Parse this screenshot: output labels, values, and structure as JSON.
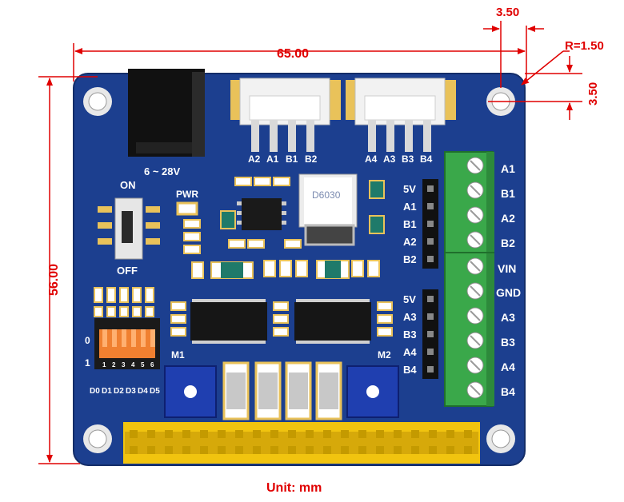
{
  "dimensions": {
    "width": "65.00",
    "height": "56.00",
    "hole_offset_x": "3.50",
    "hole_offset_y": "3.50",
    "radius": "R=1.50",
    "unit_note": "Unit: mm"
  },
  "board": {
    "power_input": "6 ~ 28V",
    "switch_on": "ON",
    "switch_off": "OFF",
    "pwr_led": "PWR",
    "inductor_marking": "D6030",
    "connector1_pins": [
      "A2",
      "A1",
      "B1",
      "B2"
    ],
    "connector2_pins": [
      "A4",
      "A3",
      "B3",
      "B4"
    ],
    "header1_pins": [
      "5V",
      "A1",
      "B1",
      "A2",
      "B2"
    ],
    "header2_pins": [
      "5V",
      "A3",
      "B3",
      "A4",
      "B4"
    ],
    "terminal_labels": [
      "A1",
      "B1",
      "A2",
      "B2",
      "VIN",
      "GND",
      "A3",
      "B3",
      "A4",
      "B4"
    ],
    "motor1": "M1",
    "motor2": "M2",
    "dip_zero": "0",
    "dip_one": "1",
    "dip_numbers": [
      "1",
      "2",
      "3",
      "4",
      "5",
      "6"
    ],
    "dip_labels": [
      "D0",
      "D1",
      "D2",
      "D3",
      "D4",
      "D5"
    ]
  },
  "colors": {
    "pcb": "#1c3f8f",
    "terminal": "#3aa84a",
    "pin_gold": "#f1c40f",
    "dimension": "#e00000"
  }
}
